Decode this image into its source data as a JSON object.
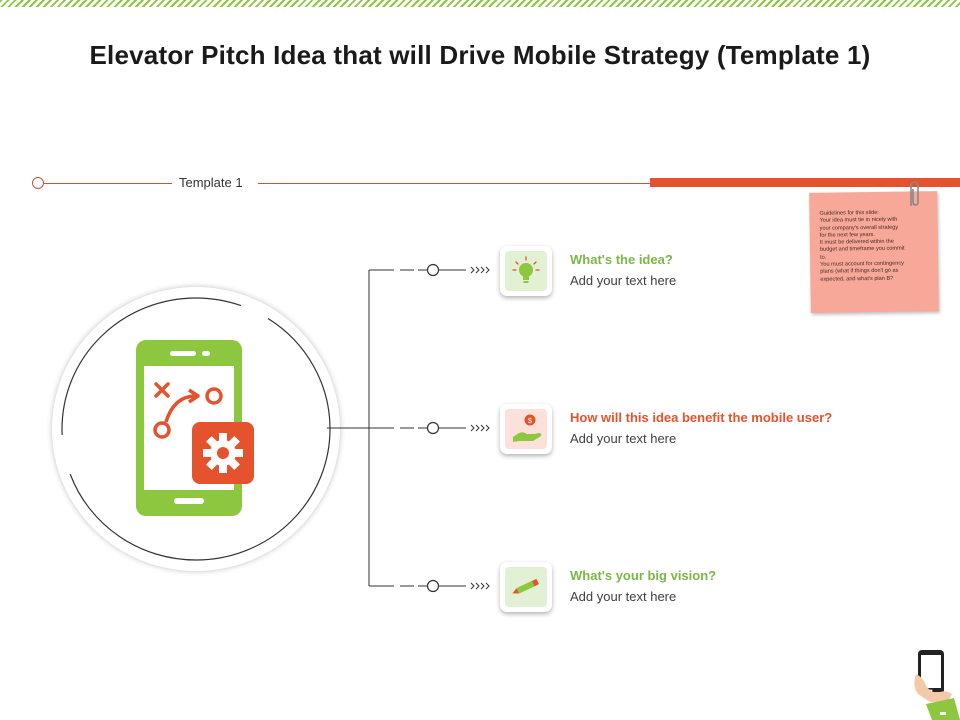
{
  "title": "Elevator Pitch Idea that will Drive Mobile Strategy (Template 1)",
  "timeline": {
    "label": "Template 1"
  },
  "sticky_note": {
    "lines": [
      "Guidelines for this slide:",
      "Your idea must tie in nicely with",
      "your company's overall strategy",
      "for the next few years.",
      "It must be delivered within the",
      "budget and timeframe you commit",
      "to.",
      "You must account for contingency",
      "plans (what if things don't go as",
      "expected, and what's plan B?"
    ]
  },
  "items": [
    {
      "heading": "What's the idea?",
      "text": "Add your text here",
      "icon": "lightbulb-icon"
    },
    {
      "heading": "How will this idea benefit the mobile user?",
      "text": "Add your text here",
      "icon": "hand-coin-icon"
    },
    {
      "heading": "What's your big vision?",
      "text": "Add your text here",
      "icon": "pen-icon"
    }
  ],
  "colors": {
    "accent_orange": "#e4532d",
    "accent_green": "#8dc63f",
    "note_pink": "#f7a898"
  },
  "icons": {
    "hub": "smartphone-strategy-icon",
    "corner": "hand-holding-phone-icon",
    "note_clip": "paperclip-icon"
  }
}
